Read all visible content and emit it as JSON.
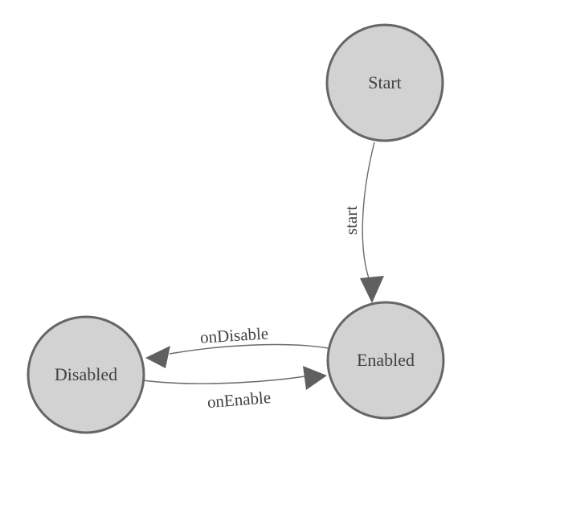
{
  "diagram": {
    "type": "state-machine",
    "background_color": "#ffffff",
    "node_fill": "#d2d2d2",
    "node_stroke": "#666666",
    "edge_color": "#6a6a6a",
    "arrow_color": "#606060",
    "node_label_color": "#414141",
    "edge_label_color": "#414141",
    "nodes": [
      {
        "id": "start",
        "label": "Start"
      },
      {
        "id": "enabled",
        "label": "Enabled"
      },
      {
        "id": "disabled",
        "label": "Disabled"
      }
    ],
    "edges": [
      {
        "id": "start-to-enabled",
        "from": "Start",
        "to": "Enabled",
        "label": "start"
      },
      {
        "id": "enabled-to-disabled",
        "from": "Enabled",
        "to": "Disabled",
        "label": "onDisable"
      },
      {
        "id": "disabled-to-enabled",
        "from": "Disabled",
        "to": "Enabled",
        "label": "onEnable"
      }
    ]
  }
}
